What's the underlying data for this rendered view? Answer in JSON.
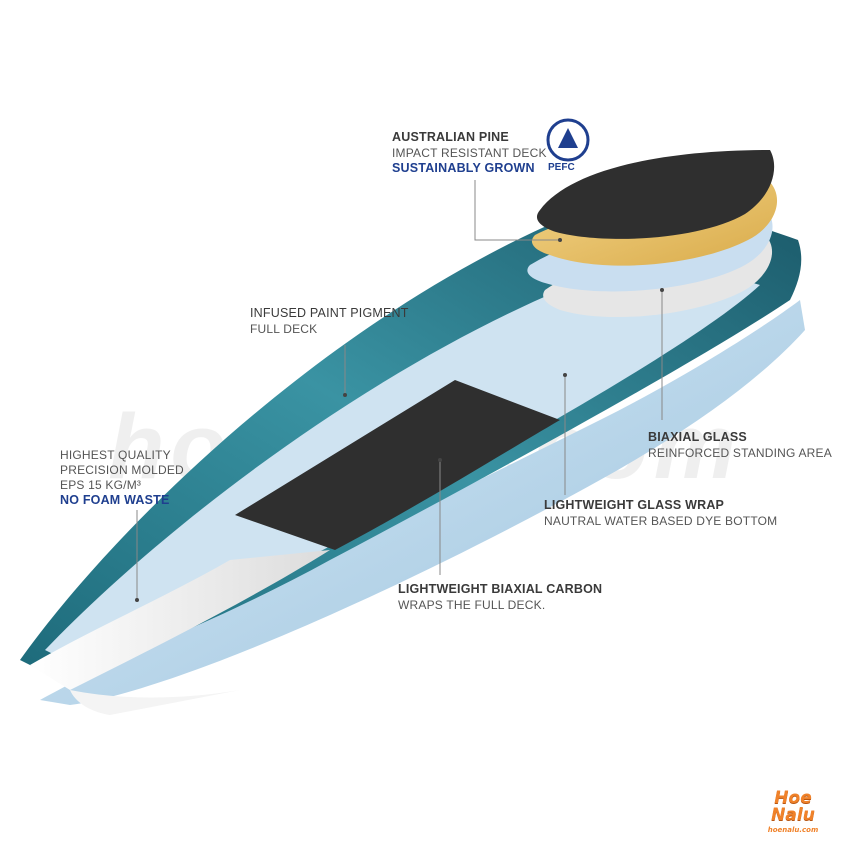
{
  "watermark": "hoenalu.com",
  "labels": {
    "pine": {
      "title": "AUSTRALIAN PINE",
      "subtitle": "IMPACT RESISTANT DECK",
      "highlight": "SUSTAINABLY GROWN"
    },
    "pefc": {
      "text": "PEFC"
    },
    "paint": {
      "title": "INFUSED PAINT PIGMENT",
      "subtitle": "FULL DECK"
    },
    "foam": {
      "line1": "HIGHEST QUALITY",
      "line2": "PRECISION MOLDED",
      "line3": "EPS 15 KG/M³",
      "highlight": "NO FOAM WASTE"
    },
    "biaxial_glass": {
      "title": "BIAXIAL GLASS",
      "subtitle": "REINFORCED STANDING AREA"
    },
    "glass_wrap": {
      "title": "LIGHTWEIGHT GLASS WRAP",
      "subtitle": "NAUTRAL WATER BASED DYE  BOTTOM"
    },
    "carbon": {
      "title": "LIGHTWEIGHT BIAXIAL CARBON",
      "subtitle": "WRAPS THE FULL DECK."
    }
  },
  "logo": {
    "main": "Hoe Nalu",
    "sub": "hoenalu.com"
  },
  "colors": {
    "teal": "#2e7d8c",
    "dark_teal": "#1b5a6a",
    "light_blue": "#b9d7ea",
    "carbon": "#2d2d2d",
    "pine": "#e8c46a",
    "foam": "#f2f2f2",
    "accent_blue": "#1f3f8f",
    "logo_orange": "#f0822a"
  }
}
